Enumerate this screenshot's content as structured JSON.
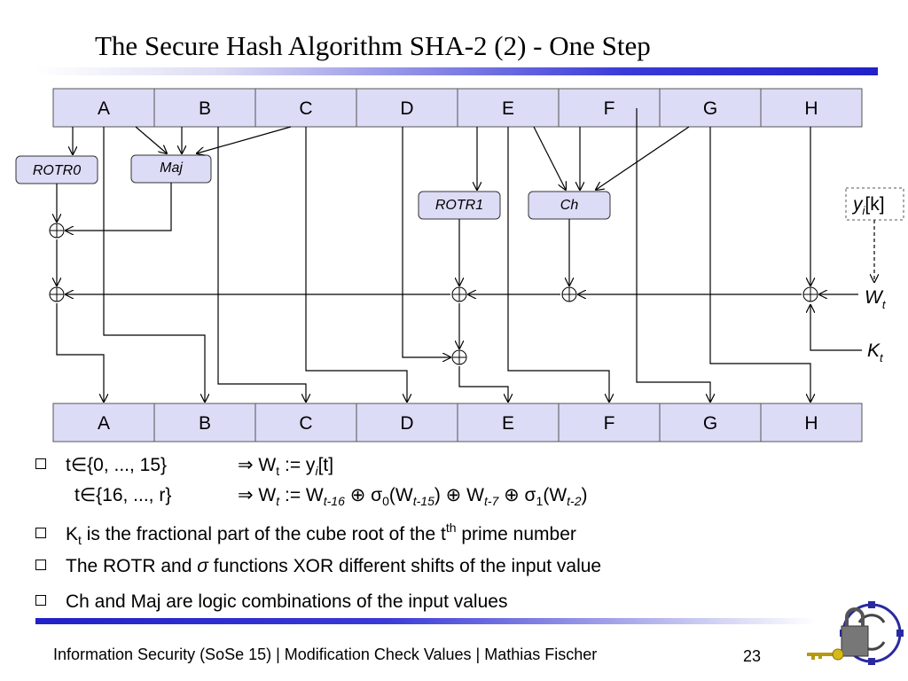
{
  "slide": {
    "title": "The Secure Hash Algorithm SHA-2 (2) - One Step"
  },
  "diagram": {
    "top_registers": [
      "A",
      "B",
      "C",
      "D",
      "E",
      "F",
      "G",
      "H"
    ],
    "bottom_registers": [
      "A",
      "B",
      "C",
      "D",
      "E",
      "F",
      "G",
      "H"
    ],
    "functions": {
      "rotr0": "ROTR0",
      "maj": "Maj",
      "rotr1": "ROTR1",
      "ch": "Ch"
    },
    "inputs": {
      "y_label": "y",
      "y_sub": "i",
      "y_bracket": "[k]",
      "w_label": "W",
      "w_sub": "t",
      "k_label": "K",
      "k_sub": "t"
    }
  },
  "bullets": {
    "b1_line1_left": "t∈{0, ..., 15}",
    "b1_line1_right": "⇒ W",
    "b1_line1_sub": "t",
    "b1_line1_rest": " := y",
    "b1_line1_isub": "i",
    "b1_line1_end": "[t]",
    "b1_line2_left": "t∈{16, ..., r}",
    "b1_line2_right": "⇒ W",
    "b1_line2_sub_t": "t",
    "b1_line2_assign": " := W",
    "b1_line2_sub_16": "t-16",
    "b1_line2_xor1": " ⊕ σ",
    "b1_line2_s0": "0",
    "b1_line2_openw": "(W",
    "b1_line2_sub_15": "t-15",
    "b1_line2_close1": ") ⊕ W",
    "b1_line2_sub_7": "t-7",
    "b1_line2_xor2": " ⊕ σ",
    "b1_line2_s1": "1",
    "b1_line2_openw2": "(W",
    "b1_line2_sub_2": "t-2",
    "b1_line2_close2": ")",
    "b2_k": "K",
    "b2_ksub": "t",
    "b2_text1": " is the fractional part of the cube root of the t",
    "b2_sup": "th",
    "b2_text2": " prime number",
    "b3_text1": "The ROTR and ",
    "b3_sigma": "σ",
    "b3_text2": " functions XOR different shifts of the input value",
    "b4_text": "Ch and Maj are logic combinations of the input values"
  },
  "footer": {
    "text": "Information Security (SoSe 15) | Modification Check Values | Mathias Fischer",
    "page": "23"
  },
  "colors": {
    "register_fill": "#dcdcf7",
    "rule_blue": "#2121c8"
  }
}
